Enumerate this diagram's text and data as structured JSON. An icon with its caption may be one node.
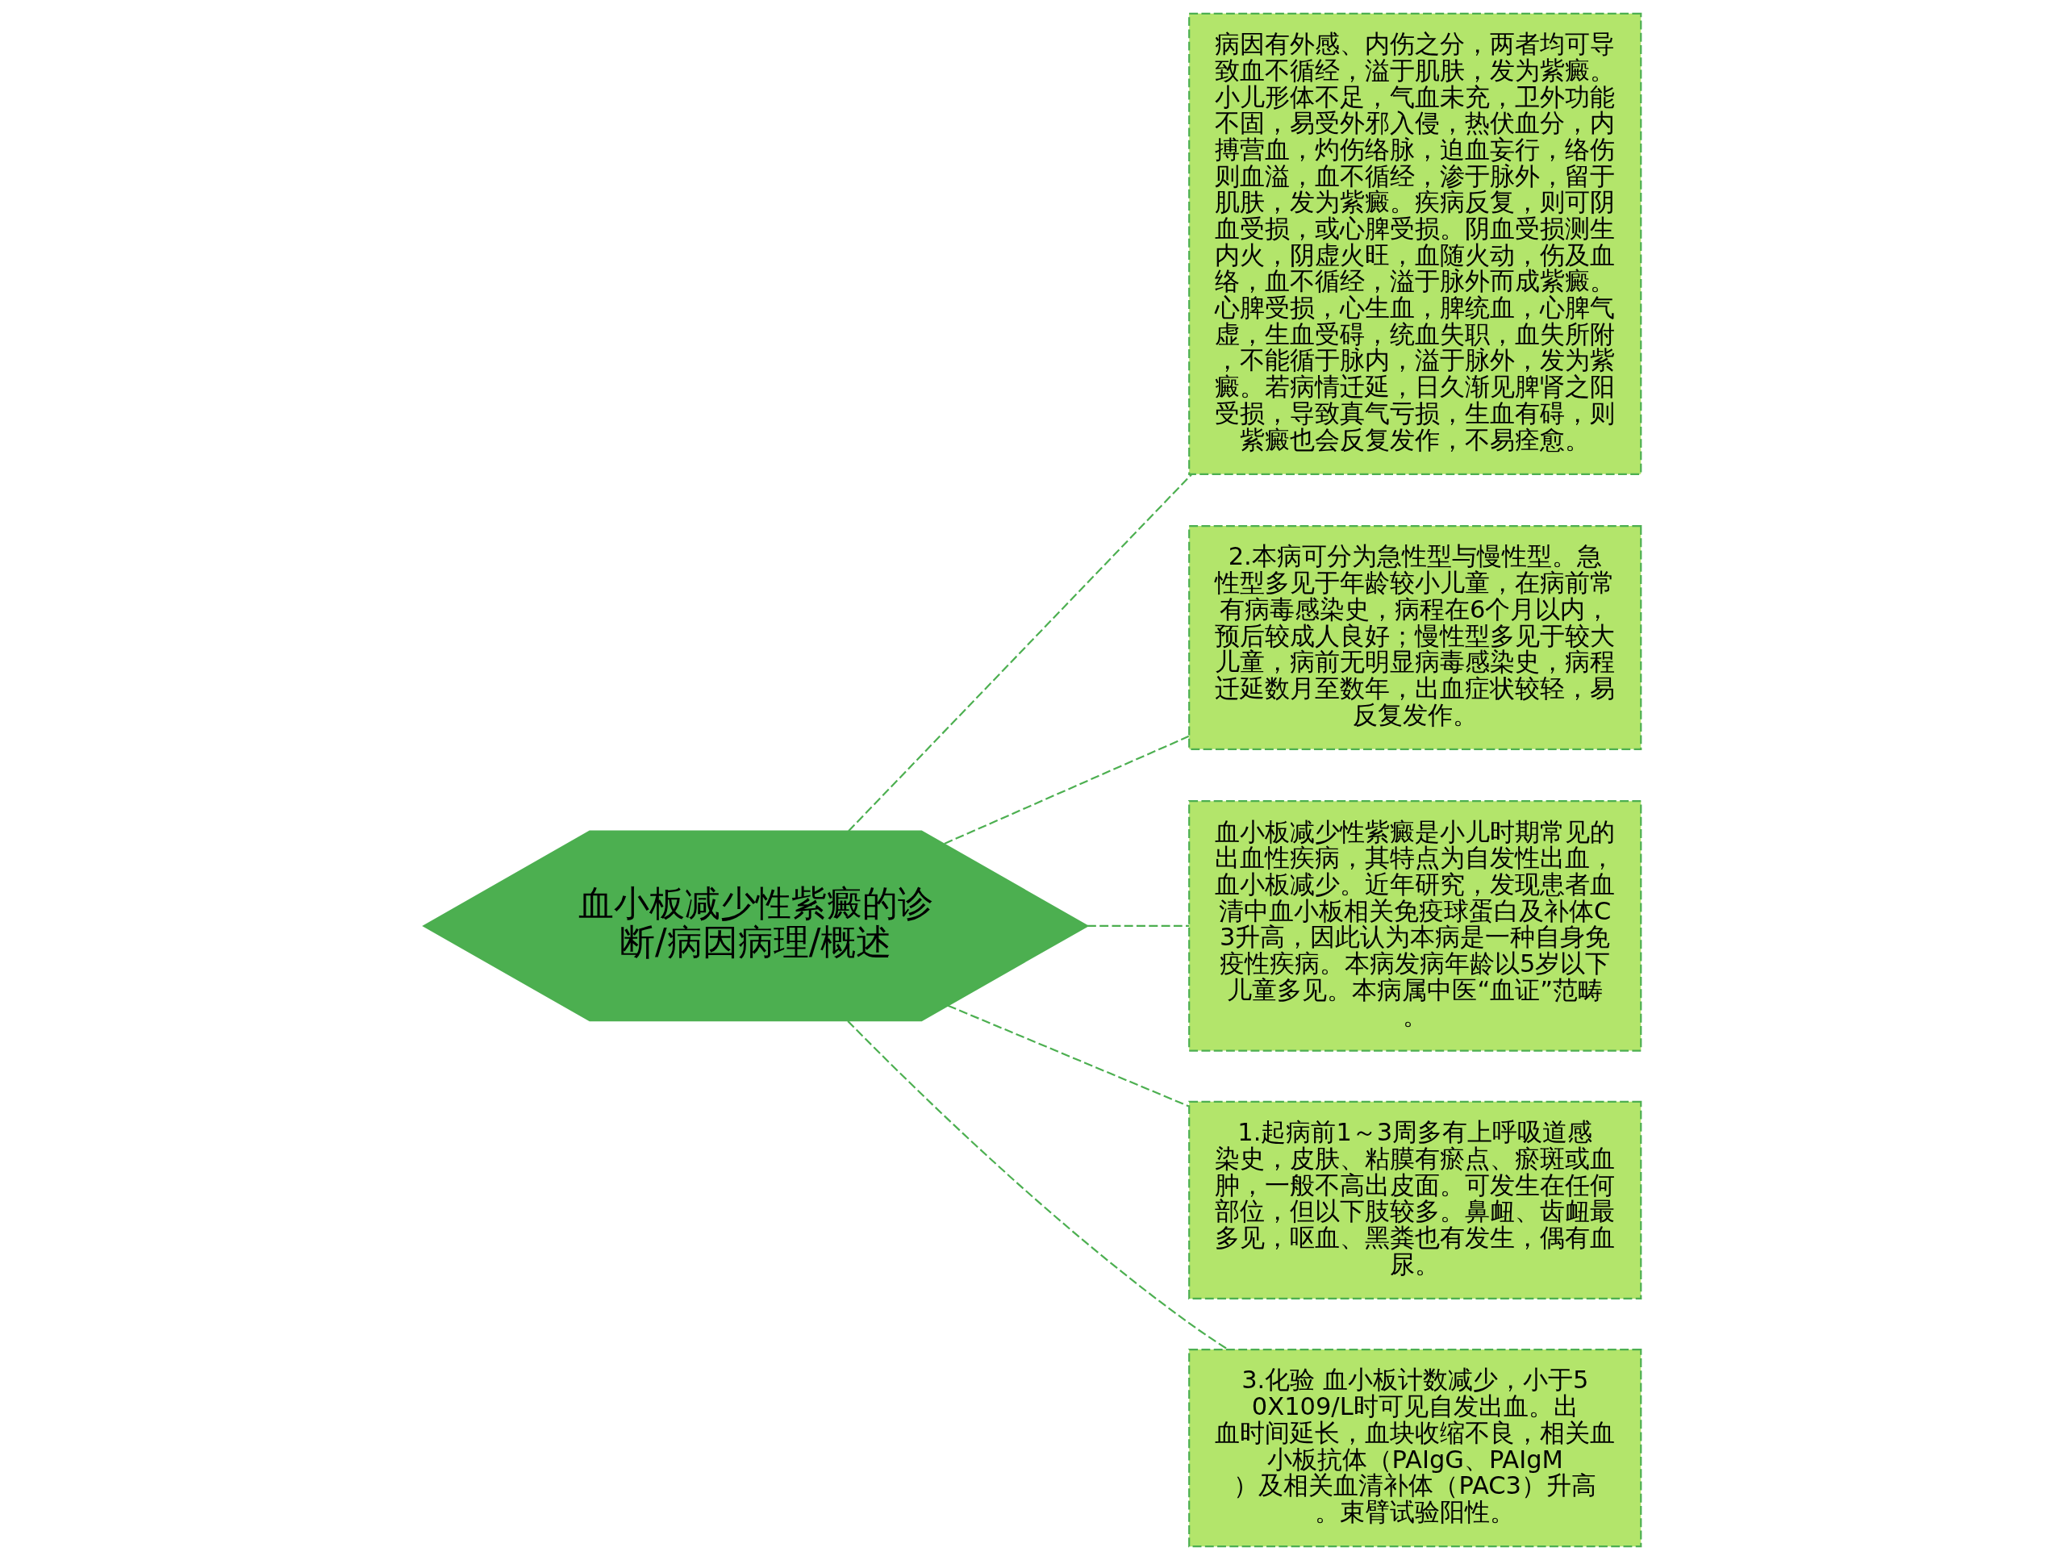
{
  "diagram": {
    "nodes": [
      {
        "text": [
          "血小板减少性紫癜的诊断/病因病理/概述"
        ]
      },
      {
        "text": [
          "病因有外感、内伤之分，两者均可导致血不循经，溢于肌肤，发为紫癜。小儿形体不足，气血未充，卫外功能不固，易受外邪入侵，热伏血分，内搏营血，灼伤络脉，迫血妄行，络伤则血溢，血不循经，渗于脉外，留于肌肤，发为紫癜。疾病反复，则可阴血受损，或心脾受损。阴血受损测生内火，阴虚火旺，血随火动，伤及血络，血不循经，溢于脉外而成紫癜。心脾受损，心生血，脾统血，心脾气虚，生血受碍，统血失职，血失所附，不能循于脉内，溢于脉外，发为紫癜。若病情迁延，日久渐见脾肾之阳受损，导致真气亏损，生血有碍，则紫癜也会反复发作，不易痊愈。"
        ]
      },
      {
        "text": [
          "2.本病可分为急性型与慢性型。急性型多见于年龄较小儿童，在病前常有病毒感染史，病程在6个月以内，预后较成人良好；慢性型多见于较大儿童，病前无明显病毒感染史，病程迁延数月至数年，出血症状较轻，易反复发作。"
        ]
      },
      {
        "text": [
          "血小板减少性紫癜是小儿时期常见的出血性疾病，其特点为自发性出血，血小板减少。近年研究，发现患者血清中血小板相关免疫球蛋白及补体C3升高，因此认为本病是一种自身免疫性疾病。本病发病年龄以5岁以下儿童多见。本病属中医“血证”范畴。"
        ]
      },
      {
        "text": [
          "1.起病前1～3周多有上呼吸道感染史，皮肤、粘膜有瘀点、瘀斑或血肿，一般不高出皮面。可发生在任何部位，但以下肢较多。鼻衄、齿衄最多见，呕血、黑粪也有发生，偶有血尿。"
        ]
      },
      {
        "text": [
          "3.化验 血小板计数减少，小于50X109/L时可见自发出血。出血时间延长，血块收缩不良，相关血小板抗体（PAIgG、PAIgM）及相关血清补体（PAC3）升高。束臂试验阳性。"
        ]
      }
    ],
    "edges": [
      {
        "from": 0,
        "to": 1,
        "arrow": "none",
        "style": "dashed"
      },
      {
        "from": 0,
        "to": 2,
        "arrow": "none",
        "style": "dashed"
      },
      {
        "from": 0,
        "to": 3,
        "arrow": "none",
        "style": "dashed"
      },
      {
        "from": 0,
        "to": 4,
        "arrow": "none",
        "style": "dashed"
      },
      {
        "from": 0,
        "to": 5,
        "arrow": "none",
        "style": "dashed"
      }
    ]
  }
}
